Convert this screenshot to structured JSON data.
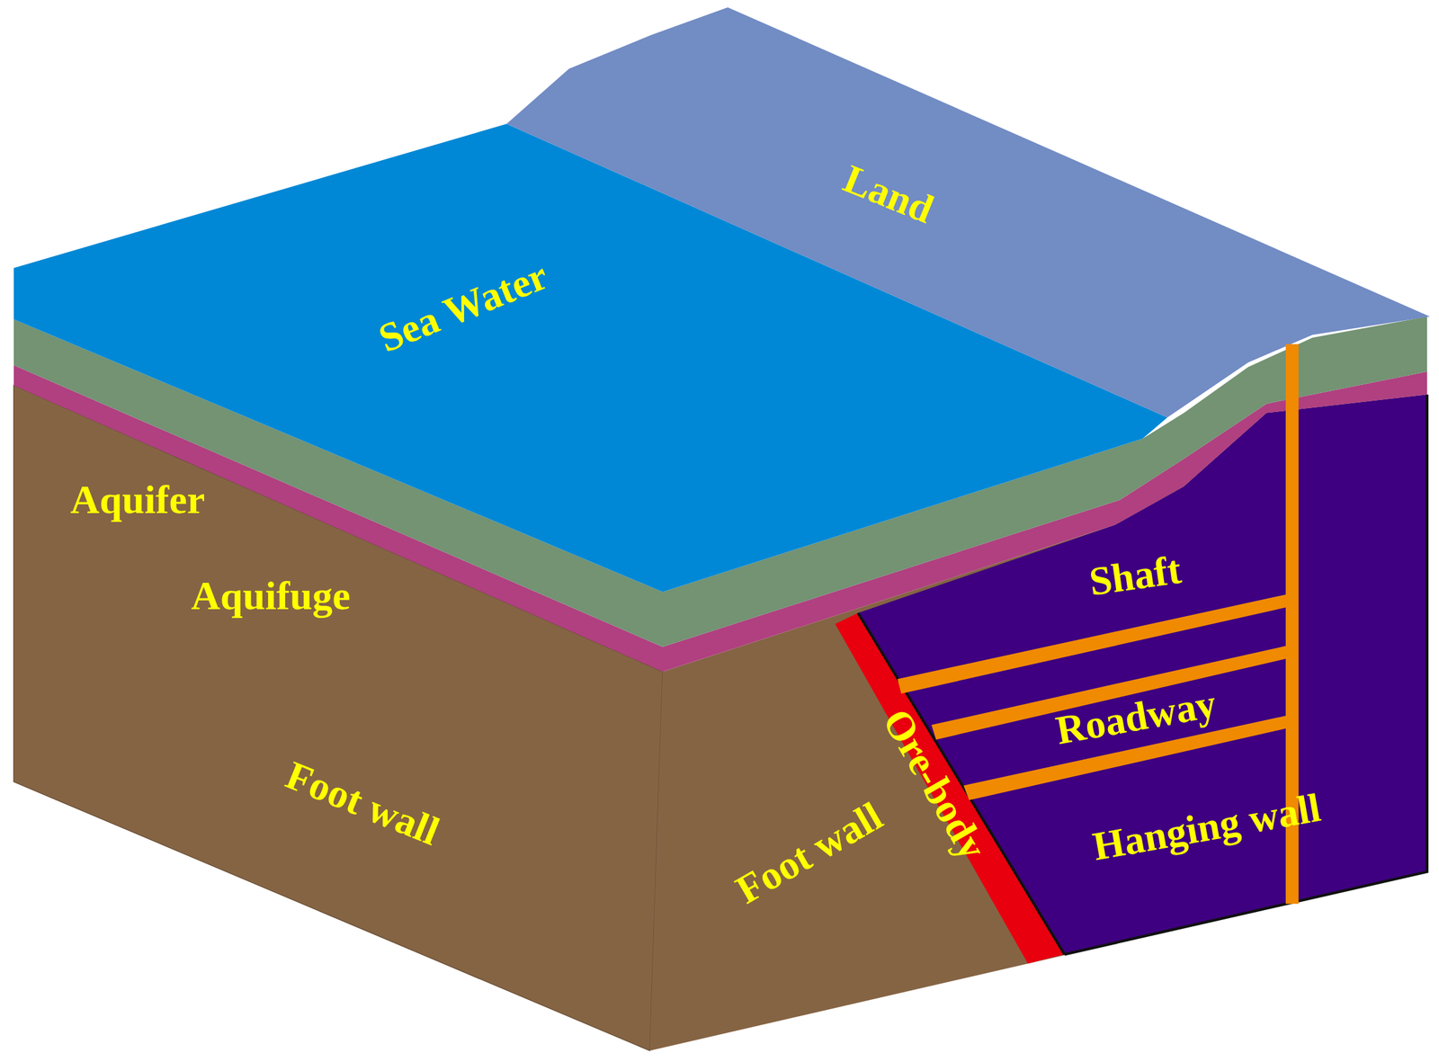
{
  "diagram": {
    "labels": [
      "Land",
      "Sea Water",
      "Aquifer",
      "Aquifuge",
      "Shaft",
      "Roadway",
      "Ore-body",
      "Foot wall",
      "Foot wall",
      "Hanging wall"
    ]
  }
}
